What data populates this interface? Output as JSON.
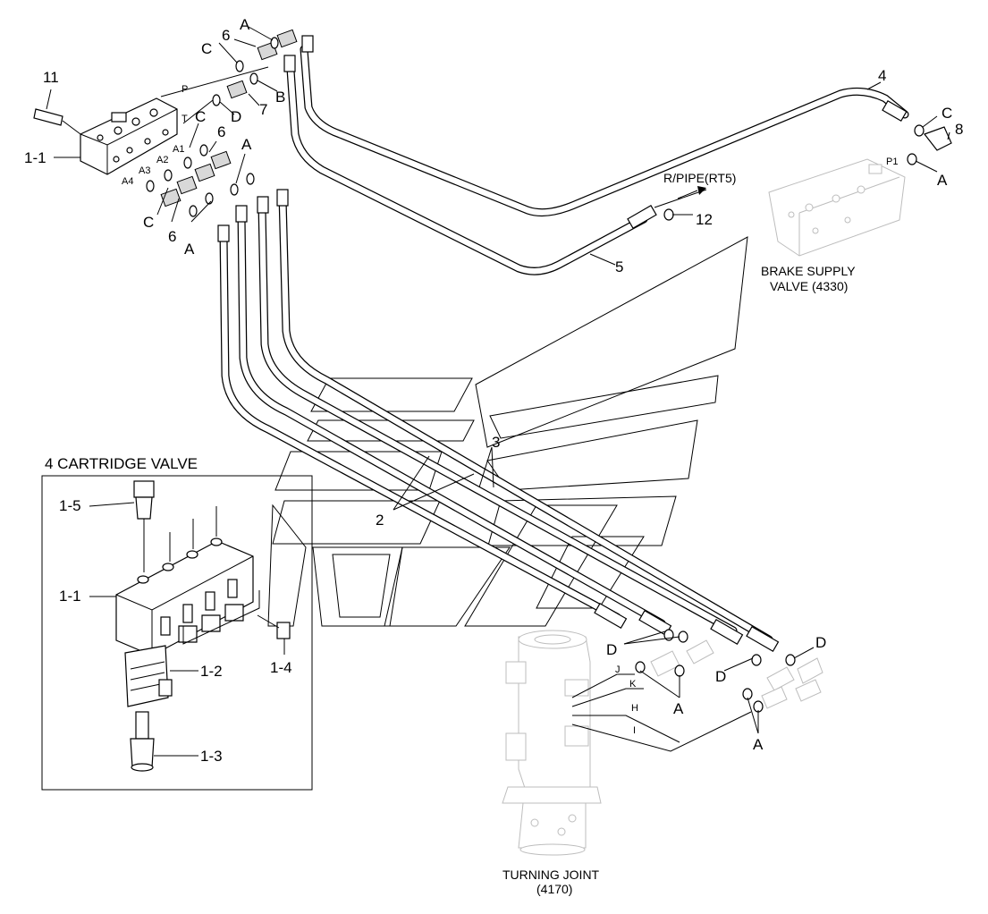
{
  "labels": {
    "l11": "11",
    "l1_1_top": "1-1",
    "lP": "P",
    "lT": "T",
    "lA1": "A1",
    "lA2": "A2",
    "lA3": "A3",
    "lA4": "A4",
    "l6_top": "6",
    "lA_top": "A",
    "lC_top": "C",
    "l7": "7",
    "lD_top": "D",
    "lB": "B",
    "lC_mid": "C",
    "l6_mid": "6",
    "lA_mid": "A",
    "lC_low": "C",
    "l6_low": "6",
    "lA_low": "A",
    "l4": "4",
    "lC_right": "C",
    "l8": "8",
    "lP1": "P1",
    "lA_right": "A",
    "lRPipe": "R/PIPE(RT5)",
    "l12": "12",
    "l5": "5",
    "lBrake1": "BRAKE SUPPLY",
    "lBrake2": "VALVE (4330)",
    "l3": "3",
    "l2": "2",
    "lD1": "D",
    "lD2": "D",
    "lD3": "D",
    "lJ": "J",
    "lK": "K",
    "lH": "H",
    "lI": "I",
    "lA_tj1": "A",
    "lA_tj2": "A",
    "lTJ1": "TURNING JOINT",
    "lTJ2": "(4170)"
  },
  "inset": {
    "title": "4 CARTRIDGE VALVE",
    "l1_5": "1-5",
    "l1_1": "1-1",
    "l1_2": "1-2",
    "l1_4": "1-4",
    "l1_3": "1-3"
  }
}
